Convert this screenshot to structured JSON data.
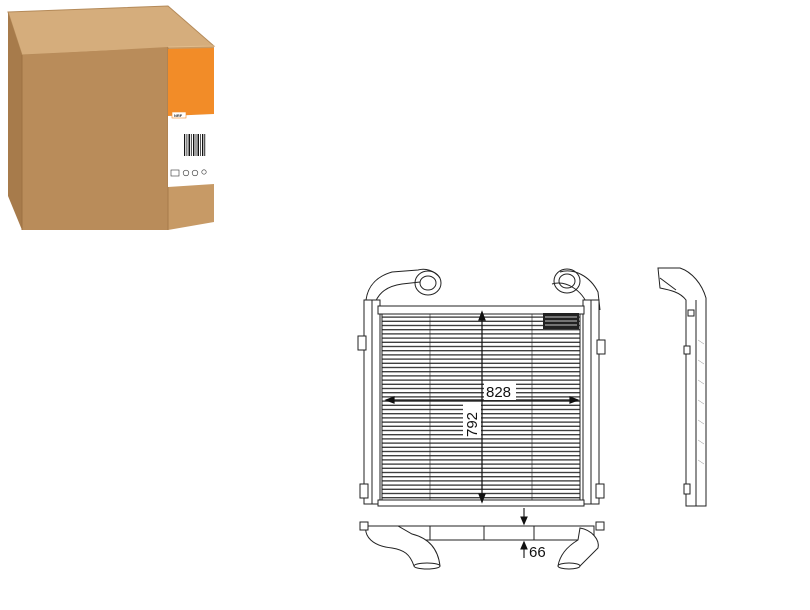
{
  "product": {
    "box_brand": "NRF"
  },
  "drawing": {
    "width_label": "828",
    "height_label": "792",
    "depth_label": "66"
  },
  "colors": {
    "box_front": "#b98c5a",
    "box_side": "#c79a66",
    "box_top": "#d5ad7c",
    "label_orange": "#f28c28",
    "line": "#222222"
  }
}
